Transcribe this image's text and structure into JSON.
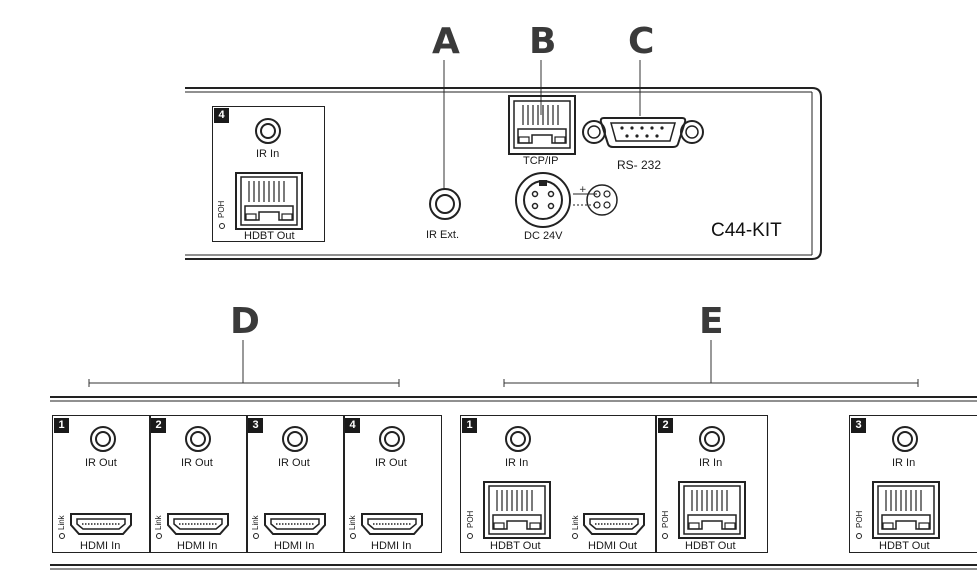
{
  "callouts": {
    "a": "A",
    "b": "B",
    "c": "C",
    "d": "D",
    "e": "E"
  },
  "top_panel": {
    "model": "C44-KIT",
    "port4": {
      "number": "4",
      "ir_label": "IR In",
      "poh_label": "POH",
      "hdbt_label": "HDBT Out"
    },
    "ir_ext_label": "IR Ext.",
    "tcpip_label": "TCP/IP",
    "rs232_label": "RS- 232",
    "dc_label": "DC 24V"
  },
  "inputs": [
    {
      "number": "1",
      "ir_label": "IR Out",
      "link_label": "Link",
      "hdmi_label": "HDMI In"
    },
    {
      "number": "2",
      "ir_label": "IR Out",
      "link_label": "Link",
      "hdmi_label": "HDMI In"
    },
    {
      "number": "3",
      "ir_label": "IR Out",
      "link_label": "Link",
      "hdmi_label": "HDMI In"
    },
    {
      "number": "4",
      "ir_label": "IR Out",
      "link_label": "Link",
      "hdmi_label": "HDMI In"
    }
  ],
  "outputs": {
    "out1": {
      "number": "1",
      "ir_label": "IR In",
      "poh_label": "POH",
      "hdbt_label": "HDBT Out",
      "link_label": "Link",
      "hdmi_label": "HDMI Out"
    },
    "out2": {
      "number": "2",
      "ir_label": "IR In",
      "poh_label": "POH",
      "hdbt_label": "HDBT Out"
    },
    "out3": {
      "number": "3",
      "ir_label": "IR In",
      "poh_label": "POH",
      "hdbt_label": "HDBT Out"
    }
  }
}
